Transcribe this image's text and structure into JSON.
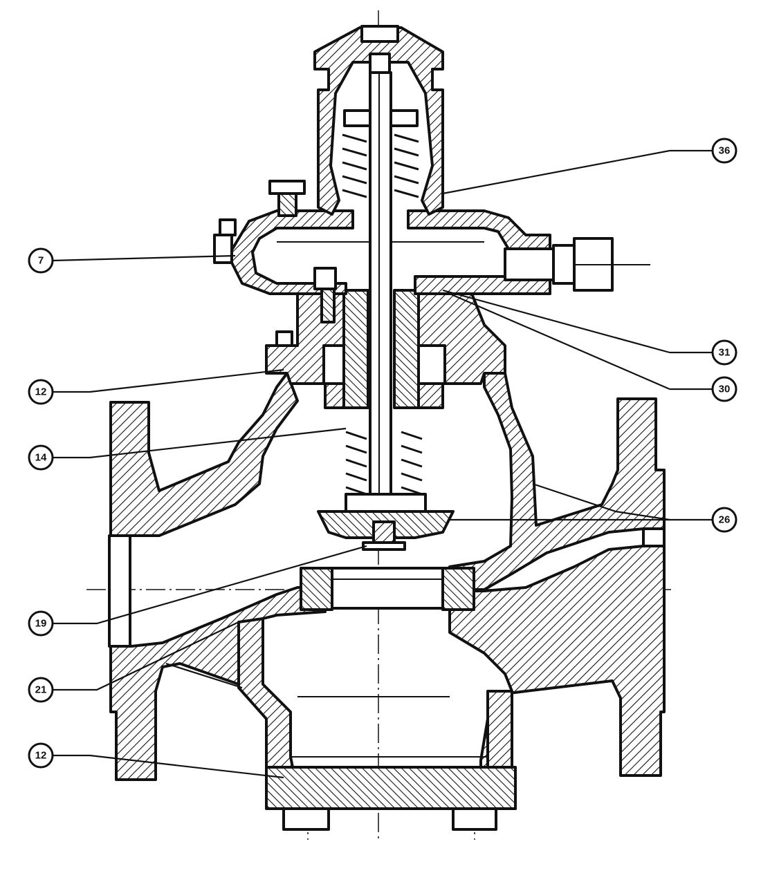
{
  "callouts": [
    {
      "id": "c36",
      "label": "36"
    },
    {
      "id": "c7",
      "label": "7"
    },
    {
      "id": "c31",
      "label": "31"
    },
    {
      "id": "c30",
      "label": "30"
    },
    {
      "id": "c12top",
      "label": "12"
    },
    {
      "id": "c14",
      "label": "14"
    },
    {
      "id": "c26",
      "label": "26"
    },
    {
      "id": "c19",
      "label": "19"
    },
    {
      "id": "c21",
      "label": "21"
    },
    {
      "id": "c12bottom",
      "label": "12"
    }
  ]
}
